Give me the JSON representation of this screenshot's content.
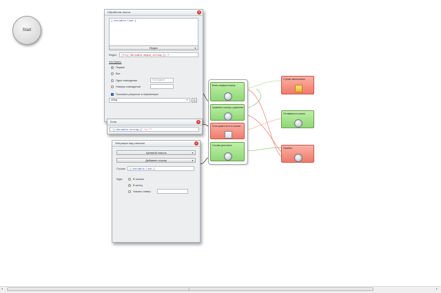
{
  "start": {
    "label": "Start"
  },
  "text_panel": {
    "title": "Обработка текста",
    "code": "{-Variable.link-}",
    "mode": "Regex",
    "regex_label": "Regex",
    "regex_value": "(?<={-Variable.begin_string-}).*",
    "what_take_label": "Что брать:",
    "options": [
      "Первое",
      "Все",
      "Одно совпадение",
      "Номера совпадений"
    ],
    "selected_option": "Первое",
    "one_match_placeholder": "Последнее",
    "save_label": "Положить результат в переменную",
    "save_value": "string"
  },
  "if_panel": {
    "title": "Если",
    "expr_open": "\"",
    "expr_var": "{-Variable.string-}",
    "expr_rest": "\" != \"\""
  },
  "list_panel": {
    "title": "Операции над списком",
    "target_list": "Целевой список",
    "operation": "Добавить строку",
    "string_label": "Строка",
    "string_value": "{-Variable.link-}",
    "where_label": "Куда",
    "where_options": [
      "В начало",
      "В конец",
      "Указать номер"
    ],
    "selected_where": "В конец"
  },
  "nodes": [
    {
      "id": "take-first-link",
      "label": "Взять первую ссылку",
      "color": "green"
    },
    {
      "id": "compare-link-domain",
      "label": "Сравнить ссылку с доменом",
      "color": "green"
    },
    {
      "id": "if-domain-in-link",
      "label": "Если домен есть в ссылке",
      "color": "red"
    },
    {
      "id": "link-for-post",
      "label": "Ссылки для поста",
      "color": "green"
    },
    {
      "id": "string-ended",
      "label": "Строки закончились",
      "color": "red"
    },
    {
      "id": "remaining-links",
      "label": "Оставшиеся ссылки",
      "color": "green"
    },
    {
      "id": "error",
      "label": "Ошибка",
      "color": "red"
    }
  ],
  "colors": {
    "green_node": "#8fd877",
    "red_node": "#f07b6b",
    "success_wire": "#86c96a",
    "fail_wire": "#e77c6c",
    "main_wire": "#333333",
    "close_button": "#d9342b"
  },
  "scrollbar": {
    "grip": "≡"
  }
}
